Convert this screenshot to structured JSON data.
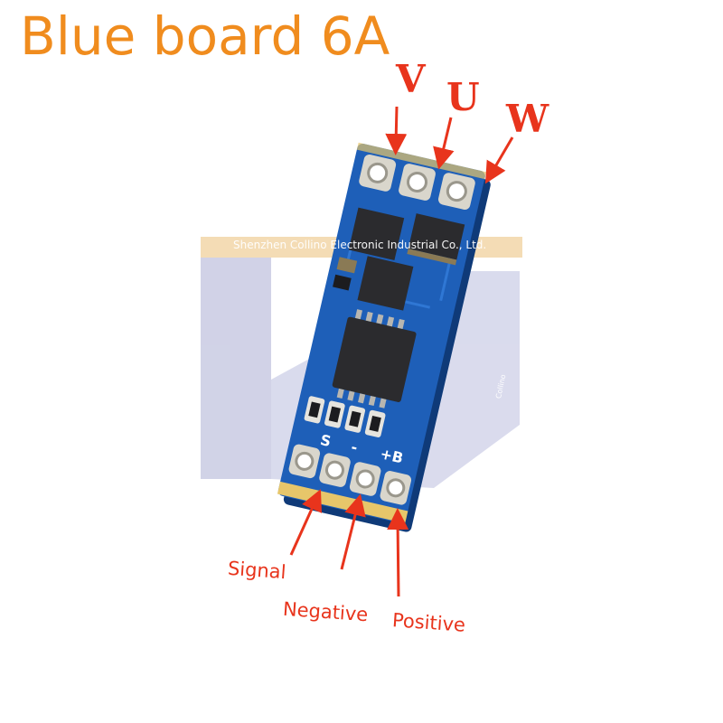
{
  "title": "Blue board 6A",
  "phases": [
    "V",
    "U",
    "W"
  ],
  "pins": [
    "Signal",
    "Negative",
    "Positive"
  ],
  "silkscreen": [
    "S",
    "-",
    "+B"
  ],
  "watermark": {
    "company": "Shenzhen Collino Electronic Industrial Co., Ltd.",
    "side": "Collino"
  },
  "colors": {
    "title": "#f08c1e",
    "label": "#e8341c",
    "arrow": "#e8341c",
    "board": "#1e5fb8",
    "board_dark": "#154a94",
    "chip": "#2b2b2e",
    "pad": "#d9d6cc",
    "watermark_shape": "#c9cbe3",
    "watermark_band": "#f3d7a9"
  }
}
